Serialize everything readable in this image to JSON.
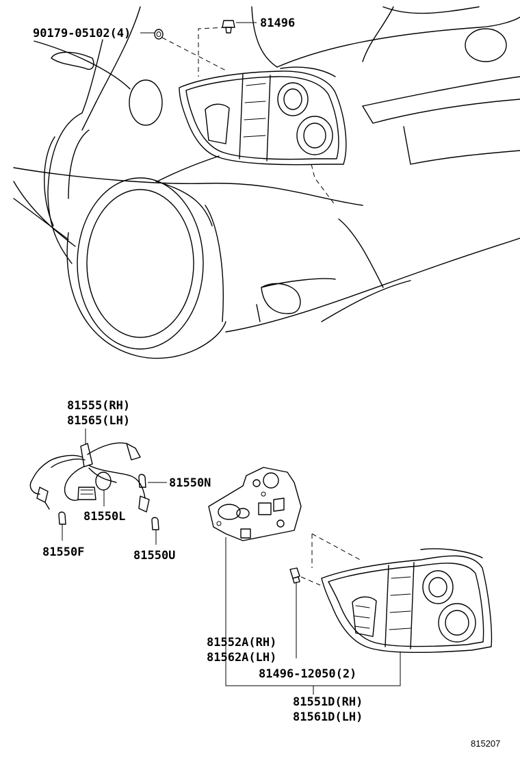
{
  "callouts": {
    "bolt_top": "90179-05102(4)",
    "clip_top": "81496",
    "socket_wire_rh": "81555(RH)",
    "socket_wire_lh": "81565(LH)",
    "bulb_n": "81550N",
    "bulb_l": "81550L",
    "bulb_f": "81550F",
    "bulb_u": "81550U",
    "gasket_rh": "81552A(RH)",
    "gasket_lh": "81562A(LH)",
    "screw": "81496-12050(2)",
    "lamp_rh": "81551D(RH)",
    "lamp_lh": "81561D(LH)"
  },
  "figure_code": "815207"
}
